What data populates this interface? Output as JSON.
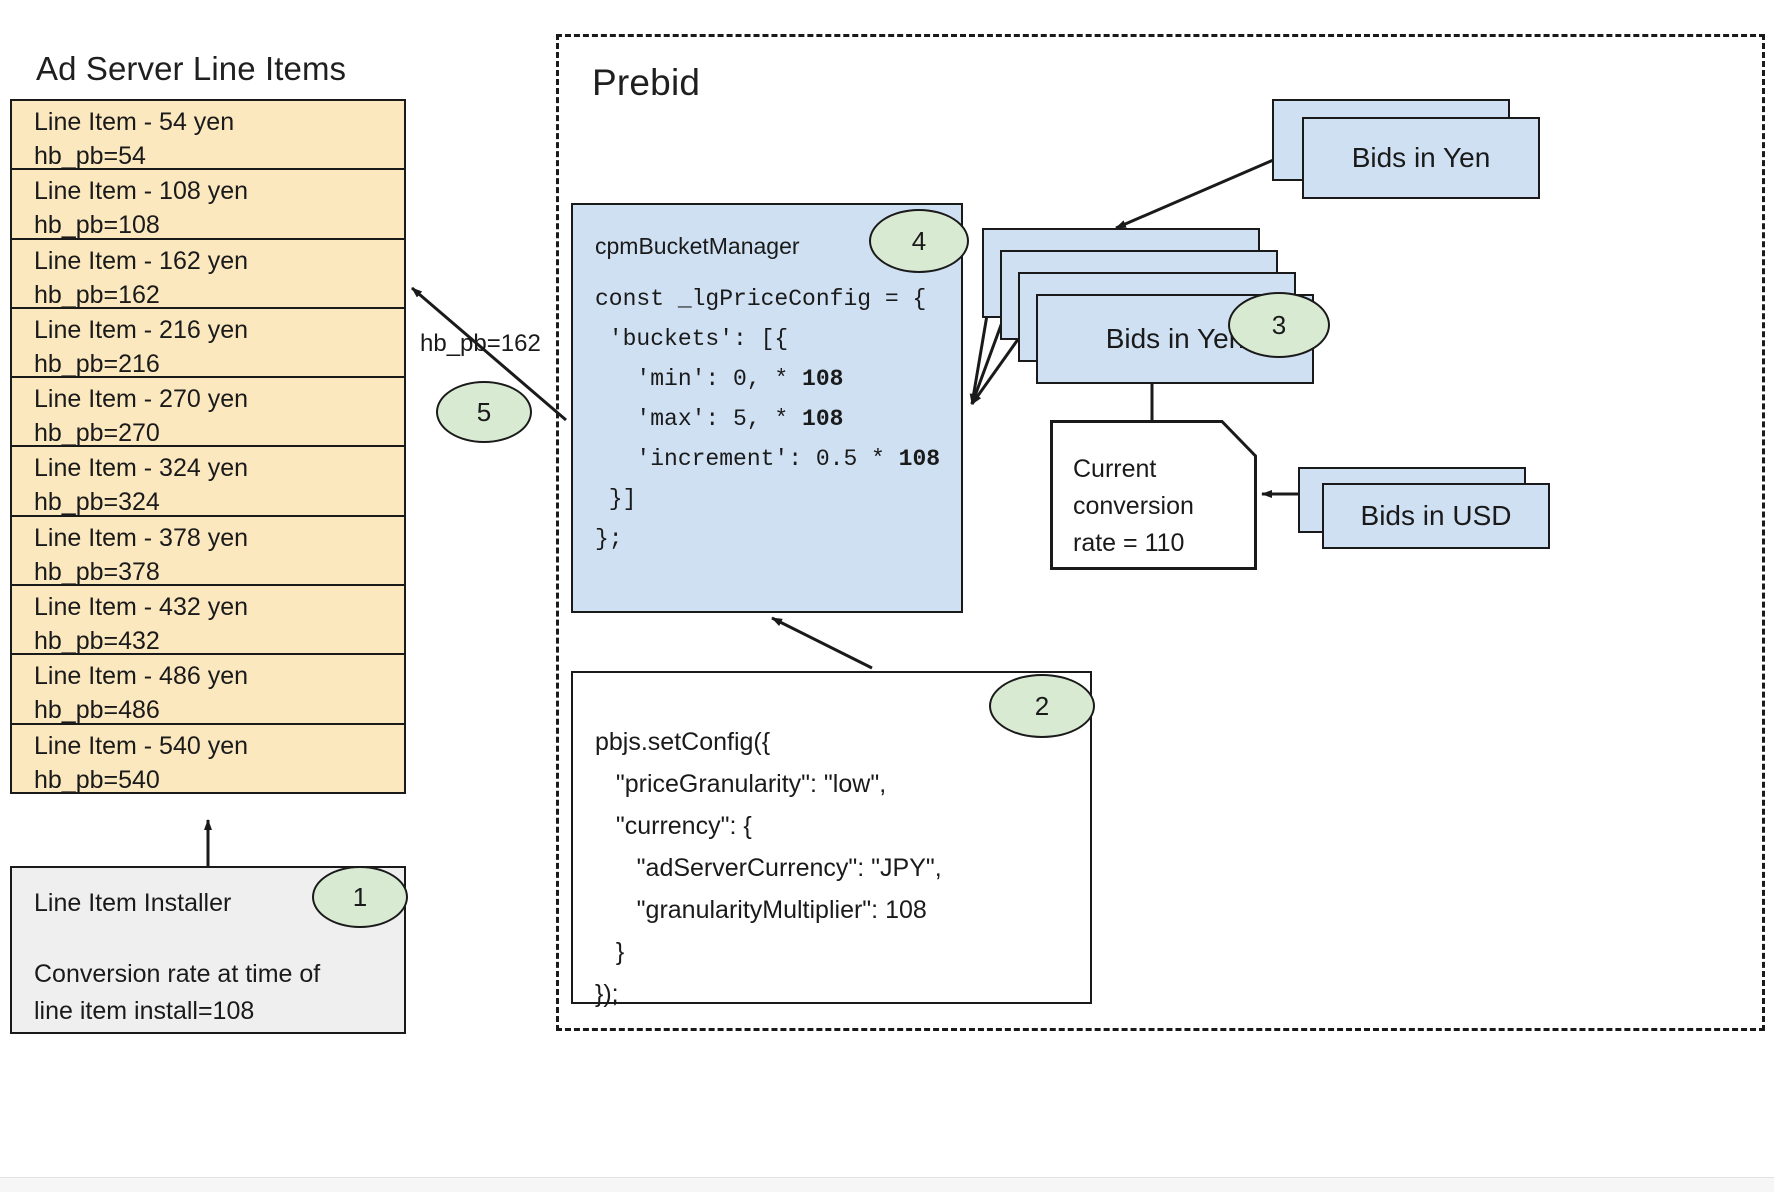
{
  "left_panel": {
    "title": "Ad Server Line Items",
    "line_items": [
      {
        "name": "Line Item - 54 yen",
        "key": "hb_pb=54"
      },
      {
        "name": "Line Item - 108 yen",
        "key": "hb_pb=108"
      },
      {
        "name": "Line Item - 162 yen",
        "key": "hb_pb=162"
      },
      {
        "name": "Line Item - 216 yen",
        "key": "hb_pb=216"
      },
      {
        "name": "Line Item - 270 yen",
        "key": "hb_pb=270"
      },
      {
        "name": "Line Item - 324 yen",
        "key": "hb_pb=324"
      },
      {
        "name": "Line Item - 378 yen",
        "key": "hb_pb=378"
      },
      {
        "name": "Line Item - 432 yen",
        "key": "hb_pb=432"
      },
      {
        "name": "Line Item - 486 yen",
        "key": "hb_pb=486"
      },
      {
        "name": "Line Item - 540 yen",
        "key": "hb_pb=540"
      }
    ],
    "installer": {
      "title": "Line Item Installer",
      "note": "Conversion rate at time of\nline item install=108"
    }
  },
  "prebid": {
    "title": "Prebid",
    "cpm_bucket_manager": {
      "title": "cpmBucketManager",
      "code_lines": [
        {
          "text": "const _lgPriceConfig = {",
          "bold_tail": ""
        },
        {
          "text": " 'buckets': [{",
          "bold_tail": ""
        },
        {
          "text": "   'min': 0, * ",
          "bold_tail": "108"
        },
        {
          "text": "   'max': 5, * ",
          "bold_tail": "108"
        },
        {
          "text": "   'increment': 0.5 * ",
          "bold_tail": "108"
        },
        {
          "text": " }]",
          "bold_tail": ""
        },
        {
          "text": "};",
          "bold_tail": ""
        }
      ]
    },
    "set_config": {
      "code_lines": [
        "pbjs.setConfig({",
        "   \"priceGranularity\": \"low\",",
        "   \"currency\": {",
        "      \"adServerCurrency\": \"JPY\",",
        "      \"granularityMultiplier\": 108",
        "   }",
        "});"
      ]
    },
    "bids_yen_top_label": "Bids in Yen",
    "bids_yen_mid_label": "Bids in Yen",
    "bids_usd_label": "Bids in USD",
    "conversion_note": "Current\nconversion\nrate = 110"
  },
  "edge_labels": {
    "hb_pb_162": "hb_pb=162"
  },
  "badges": {
    "one": "1",
    "two": "2",
    "three": "3",
    "four": "4",
    "five": "5"
  },
  "colors": {
    "line_item_fill": "#fbe8bf",
    "blue_fill": "#cfe0f3",
    "grey_fill": "#efefef",
    "badge_fill": "#d9ead3",
    "stroke": "#1a1a1a"
  }
}
